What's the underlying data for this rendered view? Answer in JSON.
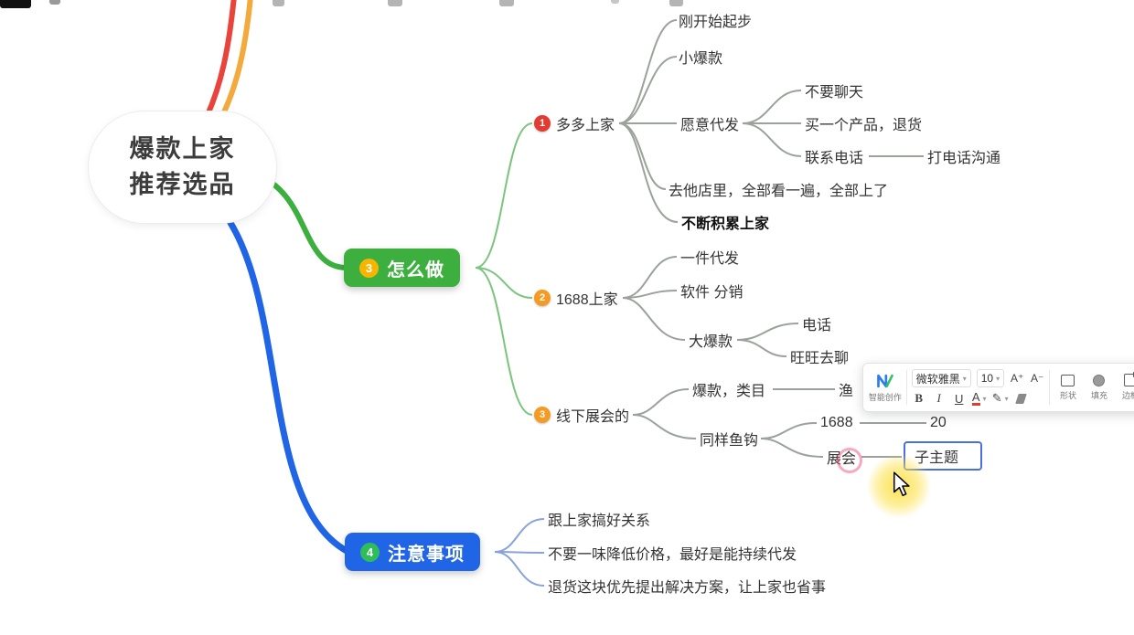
{
  "central": {
    "line1": "爆款上家",
    "line2": "推荐选品"
  },
  "how": {
    "badge": "3",
    "label": "怎么做",
    "duoduo": {
      "badge": "1",
      "label": "多多上家"
    },
    "d1": "刚开始起步",
    "d2": "小爆款",
    "d3": "愿意代发",
    "d3a": "不要聊天",
    "d3b": "买一个产品，退货",
    "d3c": "联系电话",
    "d3c1": "打电话沟通",
    "d4": "去他店里，全部看一遍，全部上了",
    "d5": "不断积累上家",
    "s1688": {
      "badge": "2",
      "label": "1688上家"
    },
    "e1": "一件代发",
    "e2": "软件 分销",
    "e3": "大爆款",
    "e3a": "电话",
    "e3b": "旺旺去聊",
    "expo": {
      "badge": "3",
      "label": "线下展会的"
    },
    "f1": "爆款，类目",
    "f1a": "渔",
    "f2": "同样鱼钩",
    "f2a": "1688",
    "f2a1": "20",
    "f2b": "展会",
    "f2b1": "子主题"
  },
  "notes": {
    "badge": "4",
    "label": "注意事项",
    "n1": "跟上家搞好关系",
    "n2": "不要一味降低价格，最好是能持续代发",
    "n3": "退货这块优先提出解决方案，让上家也省事"
  },
  "toolbar": {
    "ai_label": "智能创作",
    "font_name": "微软雅黑",
    "font_size": "10",
    "font_inc": "A⁺",
    "font_dec": "A⁻",
    "bold": "B",
    "italic": "I",
    "underline": "U",
    "font_color": "A",
    "shape_label": "形状",
    "fill_label": "填充",
    "border_label": "边框"
  },
  "colors": {
    "branch_green": "#3caf3f",
    "branch_blue": "#2065e5",
    "branch_red": "#e8443c",
    "branch_yellow": "#f3a93c",
    "badge_red": "#e23c32",
    "badge_orange": "#f59a23",
    "badge_yellow": "#f7b500",
    "badge_green": "#2ebd59",
    "selection_blue": "#4a6fe3"
  }
}
